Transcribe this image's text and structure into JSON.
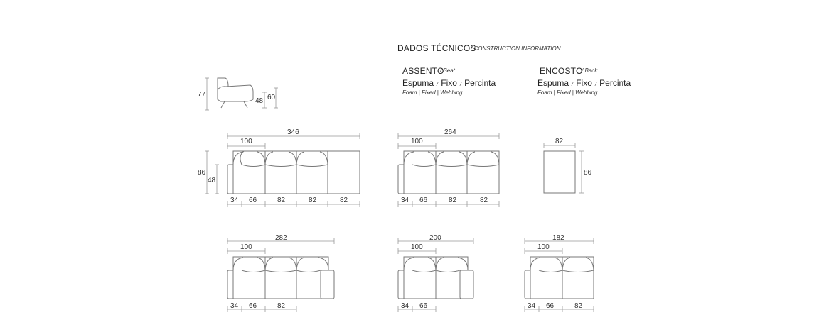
{
  "header": {
    "title": "DADOS TÉCNICOS",
    "subtitle": "/ CONSTRUCTION INFORMATION"
  },
  "seat": {
    "title": "ASSENTO",
    "subtitle": "/ Seat",
    "materials": [
      "Espuma",
      "Fixo",
      "Percinta"
    ],
    "materials_sub": [
      "Foam",
      "Fixed",
      "Webbing"
    ]
  },
  "back": {
    "title": "ENCOSTO",
    "subtitle": "/ Back",
    "materials": [
      "Espuma",
      "Fixo",
      "Percinta"
    ],
    "materials_sub": [
      "Foam",
      "Fixed",
      "Webbing"
    ]
  },
  "side_view": {
    "height": "77",
    "seat_height": "48",
    "arm_height": "60"
  },
  "modules": [
    {
      "total": "346",
      "arm": "100",
      "depth": "86",
      "seat_depth": "48",
      "segments": [
        "34",
        "66",
        "82",
        "82",
        "82"
      ]
    },
    {
      "total": "264",
      "arm": "100",
      "segments": [
        "34",
        "66",
        "82",
        "82"
      ]
    },
    {
      "width": "82",
      "depth": "86"
    },
    {
      "total": "282",
      "arm": "100",
      "segments": [
        "34",
        "66",
        "82"
      ]
    },
    {
      "total": "200",
      "arm": "100",
      "segments": [
        "34",
        "66"
      ]
    },
    {
      "total": "182",
      "arm": "100",
      "segments": [
        "34",
        "66",
        "82"
      ]
    }
  ]
}
